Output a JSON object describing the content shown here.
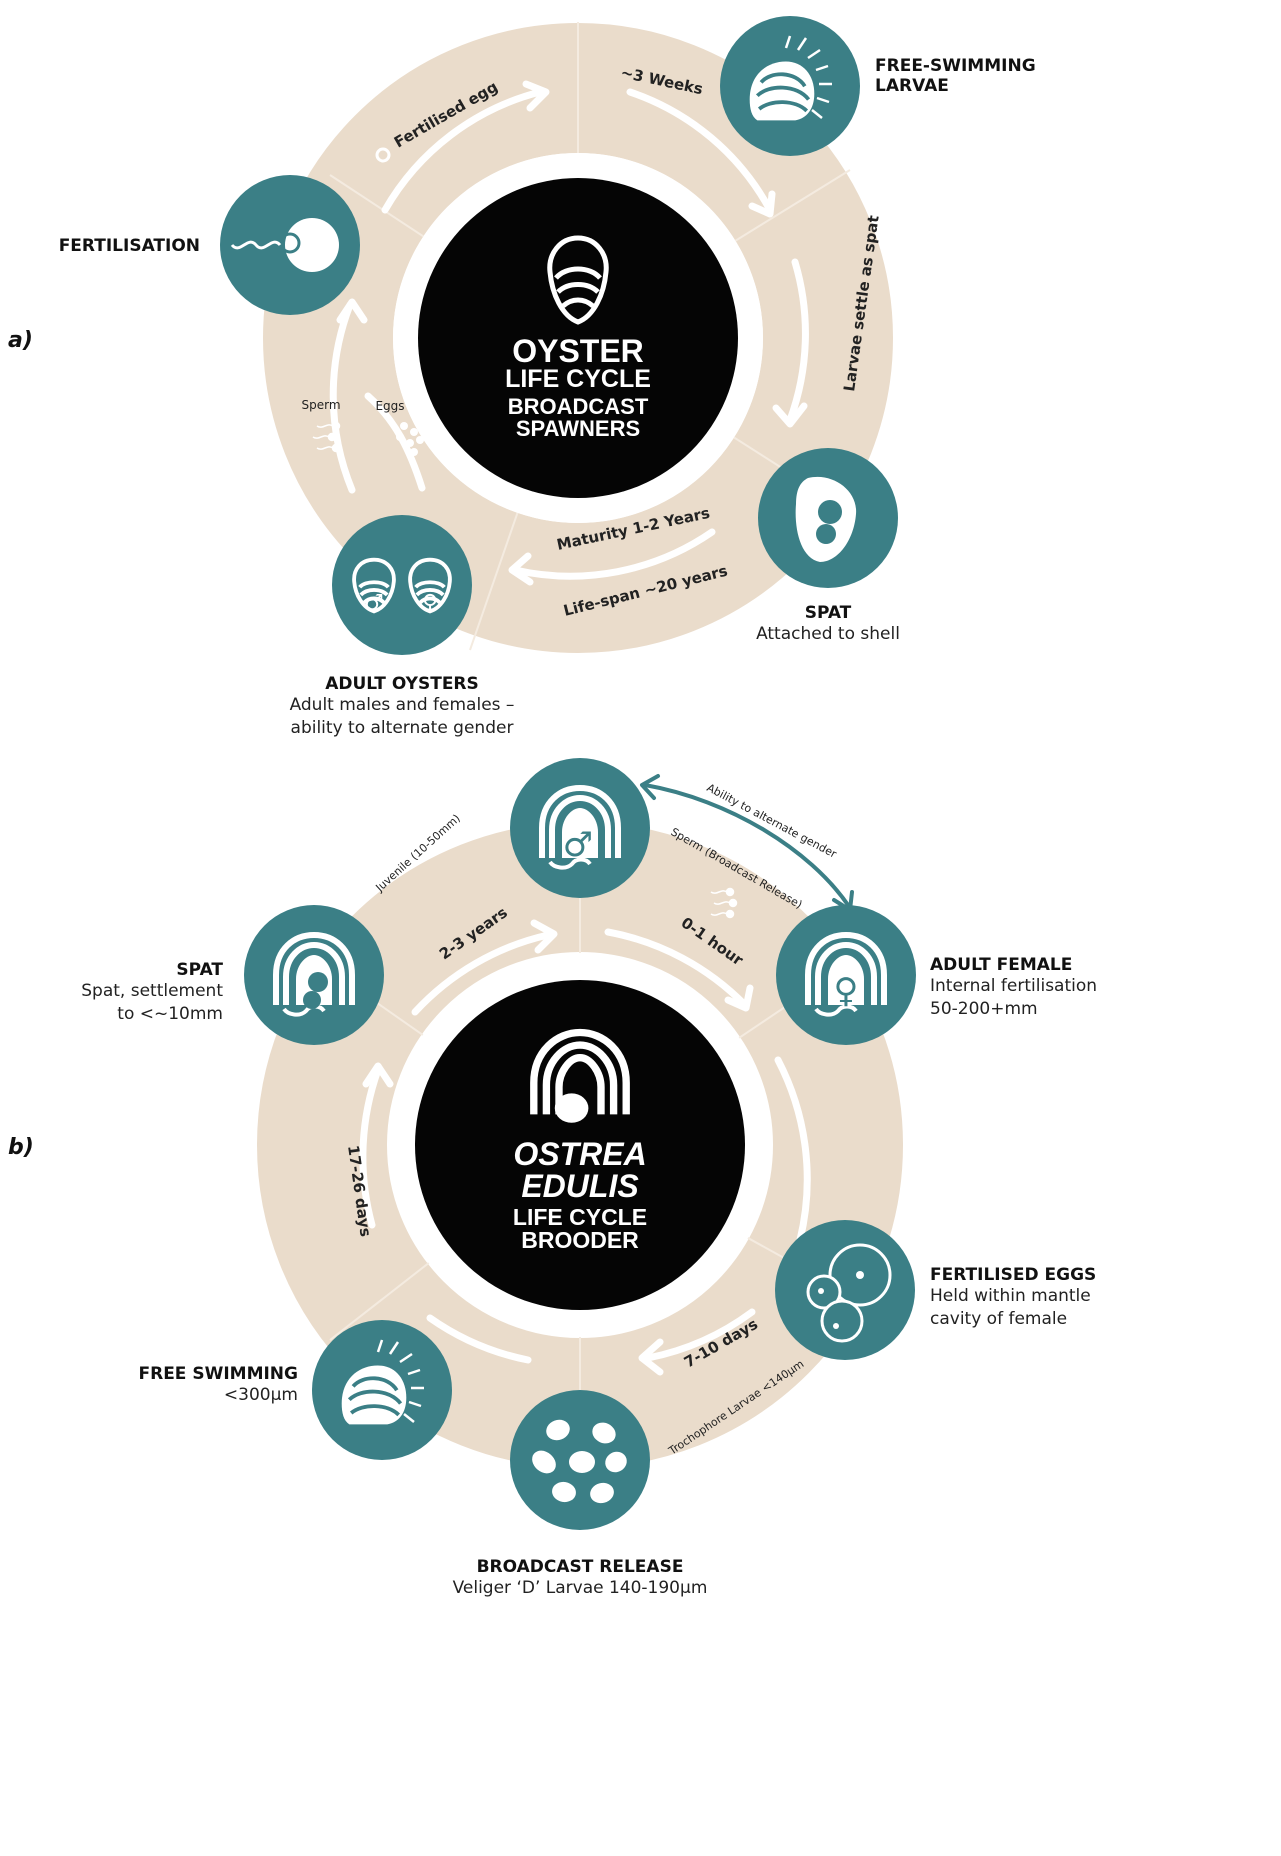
{
  "colors": {
    "ring": "#eadccb",
    "node": "#3b7f86",
    "center": "#050505",
    "arrow": "#ffffff",
    "accent": "#3b7f86"
  },
  "panel_a": {
    "tag": "a)",
    "center": {
      "line1": "OYSTER",
      "line2": "LIFE CYCLE",
      "line3": "BROADCAST",
      "line4": "SPAWNERS"
    },
    "nodes": {
      "larvae": {
        "title1": "FREE-SWIMMING",
        "title2": "LARVAE"
      },
      "fertilisation": {
        "title": "FERTILISATION"
      },
      "spat": {
        "title": "SPAT",
        "subtitle": "Attached to shell"
      },
      "adults": {
        "title": "ADULT OYSTERS",
        "subtitle1": "Adult males and females –",
        "subtitle2": "ability to alternate gender"
      }
    },
    "arrows": {
      "fertilised_egg": "Fertilised egg",
      "weeks": "~3 Weeks",
      "settle": "Larvae settle as spat",
      "maturity": "Maturity 1-2 Years",
      "lifespan": "Life-span ~20 years",
      "sperm": "Sperm",
      "eggs": "Eggs"
    }
  },
  "panel_b": {
    "tag": "b)",
    "center": {
      "line1": "OSTREA",
      "line2": "EDULIS",
      "line3": "LIFE CYCLE",
      "line4": "BROODER"
    },
    "nodes": {
      "spat": {
        "title": "SPAT",
        "subtitle1": "Spat, settlement",
        "subtitle2": "to <~10mm"
      },
      "female": {
        "title": "ADULT FEMALE",
        "subtitle1": "Internal fertilisation",
        "subtitle2": "50-200+mm"
      },
      "eggs": {
        "title": "FERTILISED EGGS",
        "subtitle1": "Held within mantle",
        "subtitle2": "cavity of female"
      },
      "swimming": {
        "title": "FREE SWIMMING",
        "subtitle": "<300µm"
      },
      "release": {
        "title": "BROADCAST RELEASE",
        "subtitle": "Veliger ‘D’ Larvae 140-190µm"
      }
    },
    "arrows": {
      "years": "2-3 years",
      "hour": "0-1 hour",
      "days_7_10": "7-10 days",
      "days_17_26": "17-26 days",
      "juvenile": "Juvenile (10-50mm)",
      "sperm_release": "Sperm (Broadcast Release)",
      "alternate": "Ability to alternate gender",
      "trochophore": "Trochophore Larvae <140µm"
    }
  }
}
